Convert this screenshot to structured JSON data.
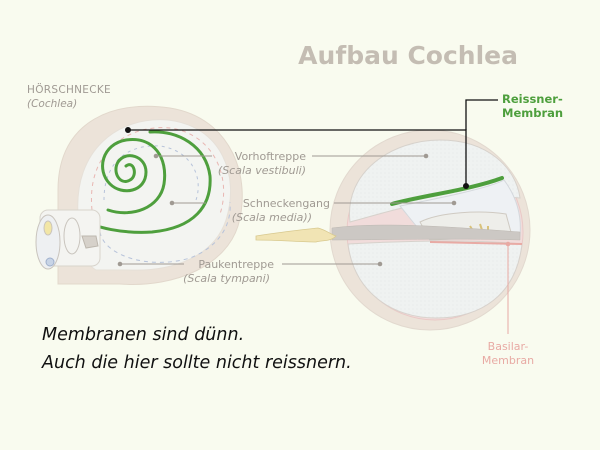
{
  "title": "Aufbau Cochlea",
  "cochlea_label": {
    "name": "HÖRSCHNECKE",
    "latin": "(Cochlea)"
  },
  "labels": {
    "reissner": {
      "line1": "Reissner-",
      "line2": "Membran"
    },
    "vestibuli": {
      "name": "Vorhoftreppe",
      "latin": "(Scala vestibuli)"
    },
    "media": {
      "name": "Schneckengang",
      "latin": "(Scala media))"
    },
    "tympani": {
      "name": "Paukentreppe",
      "latin": "(Scala tympani)"
    },
    "basilar": {
      "line1": "Basilar-",
      "line2": "Membran"
    }
  },
  "caption": {
    "line1": "Membranen sind dünn.",
    "line2": "Auch die hier sollte nicht reissnern."
  },
  "colors": {
    "background": "#f9fbef",
    "title": "#c4bdb3",
    "reissner_green": "#4e9f3d",
    "label_gray": "#a09a93",
    "basilar_pink": "#e8aaa4",
    "caption": "#111111"
  }
}
